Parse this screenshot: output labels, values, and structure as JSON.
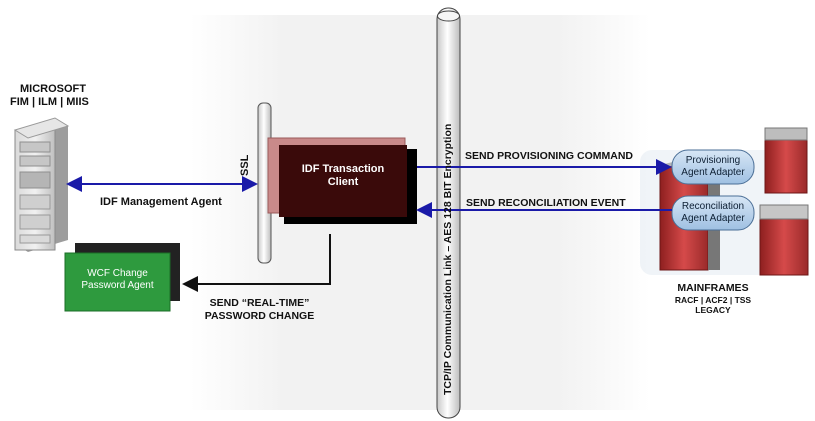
{
  "microsoft": {
    "title": "MICROSOFT",
    "products": "FIM | ILM | MIIS"
  },
  "ssl_label": "SSL",
  "idf_management_agent": "IDF Management Agent",
  "idf_transaction_client": {
    "line1": "IDF Transaction",
    "line2": "Client"
  },
  "wcf_agent": {
    "line1": "WCF Change",
    "line2": "Password Agent"
  },
  "realtime_password": {
    "line1": "SEND “REAL-TIME”",
    "line2": "PASSWORD CHANGE"
  },
  "tcp_link": "TCP/IP Communication Link – AES 128 BIT Encryption",
  "send_provisioning": "SEND PROVISIONING COMMAND",
  "send_reconciliation": "SEND RECONCILIATION EVENT",
  "provisioning_adapter": {
    "line1": "Provisioning",
    "line2": "Agent Adapter"
  },
  "reconciliation_adapter": {
    "line1": "Reconciliation",
    "line2": "Agent Adapter"
  },
  "mainframes": {
    "title": "MAINFRAMES",
    "systems": "RACF | ACF2 | TSS",
    "legacy": "LEGACY"
  },
  "colors": {
    "arrow_blue": "#1a1aa8",
    "idf_client_fill": "#3a0a0a",
    "idf_client_back": "#c98a8a",
    "wcf_fill": "#2e9a3e",
    "adapter_fill": "#b9d3ec",
    "mainframe_red": "#c23a3a"
  }
}
